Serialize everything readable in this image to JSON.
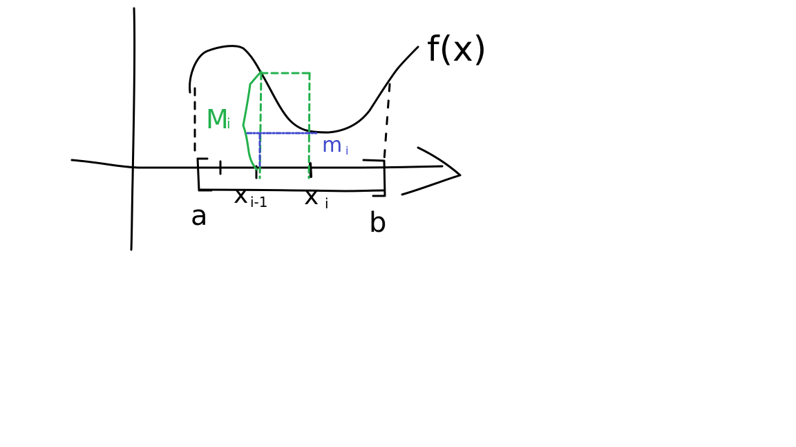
{
  "labels": {
    "function": "f(x)",
    "lower_bound": "a",
    "upper_bound": "b",
    "x_prev": "x",
    "x_prev_sub": "i-1",
    "x_curr": "x",
    "x_curr_sub": "i",
    "upper_sum_label": "M",
    "upper_sum_sub": "i",
    "lower_sum_label": "m",
    "lower_sum_sub": "i"
  },
  "colors": {
    "ink": "#000000",
    "upper": "#22b14c",
    "lower": "#3f48cc",
    "background": "#ffffff"
  }
}
